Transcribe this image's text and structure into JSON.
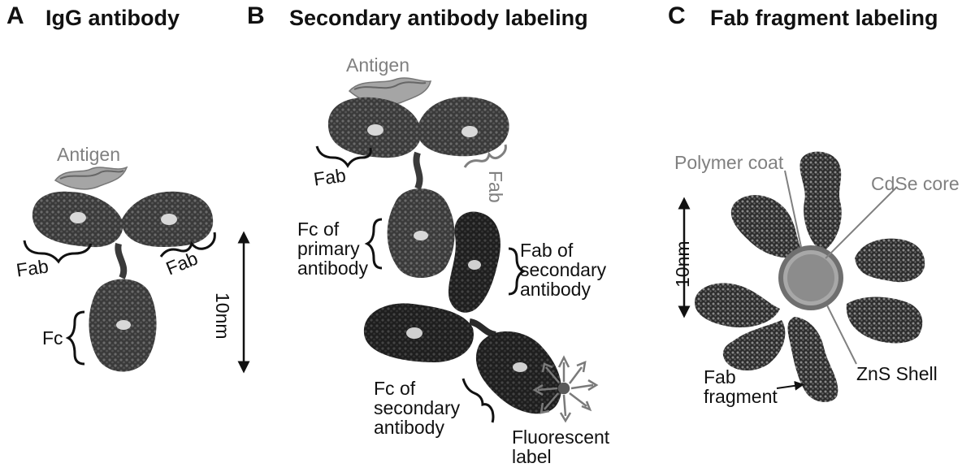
{
  "panels": [
    {
      "letter": "A",
      "title": "IgG antibody"
    },
    {
      "letter": "B",
      "title": "Secondary antibody labeling"
    },
    {
      "letter": "C",
      "title": "Fab fragment labeling"
    }
  ],
  "panel_a": {
    "antigen": "Antigen",
    "fab_left": "Fab",
    "fab_right": "Fab",
    "fc": "Fc",
    "scale": "10nm"
  },
  "panel_b": {
    "antigen": "Antigen",
    "fab_left": "Fab",
    "fab_right": "Fab",
    "fc_primary": "Fc of\nprimary\nantibody",
    "fab_secondary": "Fab of\nsecondary\nantibody",
    "fc_secondary": "Fc of\nsecondary\nantibody",
    "fluorescent": "Fluorescent\nlabel"
  },
  "panel_c": {
    "polymer_coat": "Polymer coat",
    "cdse_core": "CdSe core",
    "zns_shell": "ZnS Shell",
    "fab_fragment": "Fab\nfragment",
    "scale": "10nm"
  },
  "colors": {
    "protein_dark": "#2b2b2b",
    "protein_mid": "#3d3d3d",
    "protein_light": "#6a6a6a",
    "antigen": "#9a9a9a",
    "label_grey": "#808080",
    "qd_core": "#8c8c8c",
    "qd_shell": "#a8a8a8",
    "qd_coat": "#6f6f6f"
  }
}
